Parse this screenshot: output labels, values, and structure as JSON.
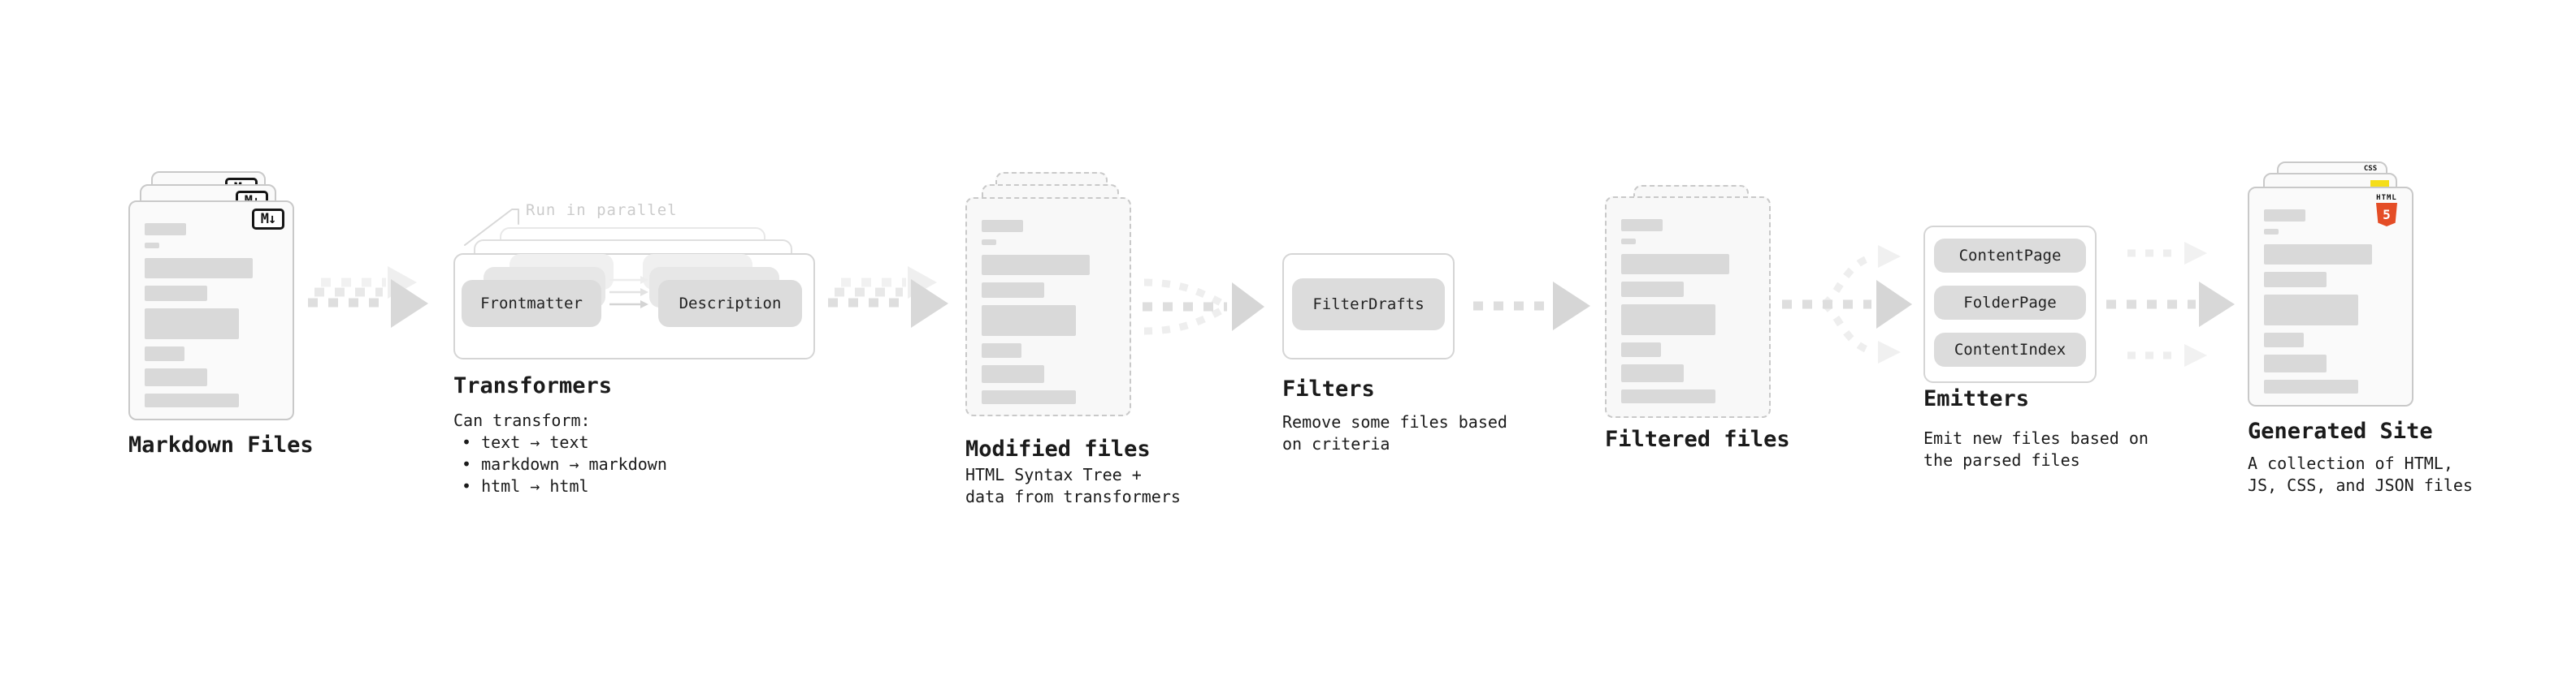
{
  "palette": {
    "html5_orange": "#E44D26",
    "js_yellow": "#F5DE19",
    "css_blue": "#2F6FE0",
    "arrow_gray": "#D6D6D6",
    "doc_border": "#C9C9C9"
  },
  "stages": {
    "markdown": {
      "title": "Markdown Files",
      "badge": "M↓"
    },
    "transformers": {
      "title": "Transformers",
      "note": "Run in parallel",
      "pills": {
        "frontmatter": "Frontmatter",
        "description": "Description"
      },
      "desc": {
        "heading": "Can transform:",
        "bullets": [
          "• text → text",
          "• markdown → markdown",
          "• html → html"
        ]
      }
    },
    "modified": {
      "title": "Modified files",
      "desc_lines": [
        "HTML Syntax Tree +",
        "data from transformers"
      ]
    },
    "filters": {
      "title": "Filters",
      "pills": {
        "filter_drafts": "FilterDrafts"
      },
      "desc_lines": [
        "Remove some files based",
        "on criteria"
      ]
    },
    "filtered": {
      "title": "Filtered files"
    },
    "emitters": {
      "title": "Emitters",
      "pills": {
        "content_page": "ContentPage",
        "folder_page": "FolderPage",
        "content_index": "ContentIndex"
      },
      "desc_lines": [
        "Emit new files based on",
        "the parsed files"
      ]
    },
    "generated": {
      "title": "Generated Site",
      "badges": {
        "html5_text": "HTML",
        "html5_number": "5",
        "css_text": "CSS"
      },
      "desc_lines": [
        "A collection of HTML,",
        "JS, CSS, and JSON files"
      ]
    }
  }
}
